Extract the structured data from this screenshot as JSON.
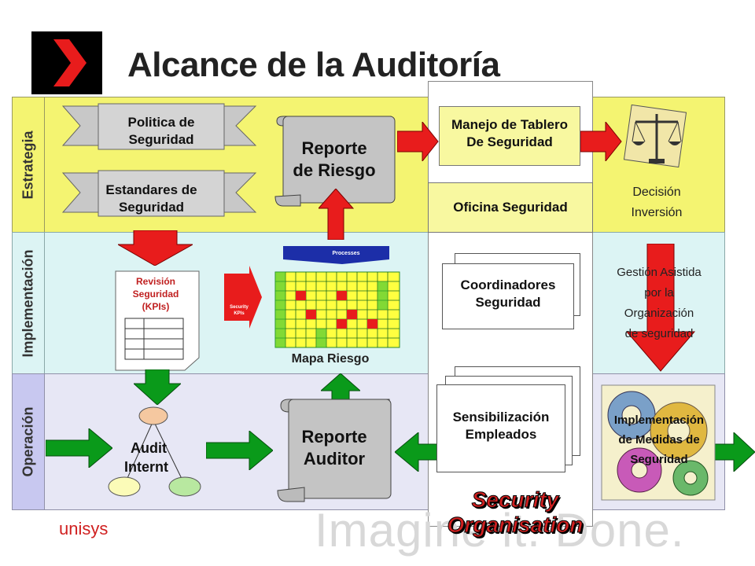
{
  "title": "Alcance de la Auditoría",
  "bands": {
    "strategy": "Estrategia",
    "implementation": "Implementación",
    "operation": "Operación"
  },
  "strategy": {
    "policy_line1": "Politica de",
    "policy_line2": "Seguridad",
    "standards_line1": "Estandares de",
    "standards_line2": "Seguridad",
    "risk_report_line1": "Reporte",
    "risk_report_line2": "de Riesgo",
    "dashboard_line1": "Manejo de Tablero",
    "dashboard_line2": "De Seguridad",
    "decision_line1": "Decisión",
    "decision_line2": "Inversión"
  },
  "center": {
    "office": "Oficina Seguridad",
    "coordinators_line1": "Coordinadores",
    "coordinators_line2": "Seguridad",
    "awareness_line1": "Sensibilización",
    "awareness_line2": "Empleados"
  },
  "implementation": {
    "review_line1": "Revisión",
    "review_line2": "Seguridad",
    "review_line3": "(KPIs)",
    "risk_map": "Mapa Riesgo",
    "processes": "Processes",
    "security_kpis_line1": "Security",
    "security_kpis_line2": "KPIs",
    "managed_line1": "Gestión Asistida",
    "managed_line2": "por la",
    "managed_line3": "Organización",
    "managed_line4": "de seguridad"
  },
  "operation": {
    "audit_line1": "Audit",
    "audit_line2": "Internt",
    "auditor_report_line1": "Reporte",
    "auditor_report_line2": "Auditor",
    "measures_line1": "Implementación",
    "measures_line2": "de Medidas de",
    "measures_line3": "Seguridad"
  },
  "footer": {
    "brand": "unisys",
    "tagline": "Imagine it. Done.",
    "org_line1": "Security",
    "org_line2": "Organisation"
  },
  "colors": {
    "strategy_band": "#f4f471",
    "implementation_band": "#dcf4f4",
    "operation_band": "#e7e7f5",
    "arrow_red": "#e81c1c",
    "arrow_green": "#0a9a1a",
    "accent_red": "#d02020"
  }
}
